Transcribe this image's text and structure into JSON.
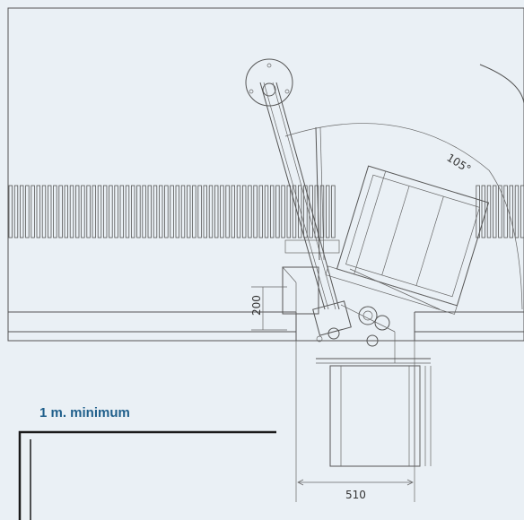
{
  "diagram": {
    "angle_label": "105°",
    "dim_height": "200",
    "dim_width": "510",
    "clearance_label": "1 m. minimum"
  },
  "colors": {
    "background": "#eaf0f5",
    "line": "#555555",
    "accent_text": "#1f5f8b",
    "black_frame": "#1a1a1a"
  }
}
